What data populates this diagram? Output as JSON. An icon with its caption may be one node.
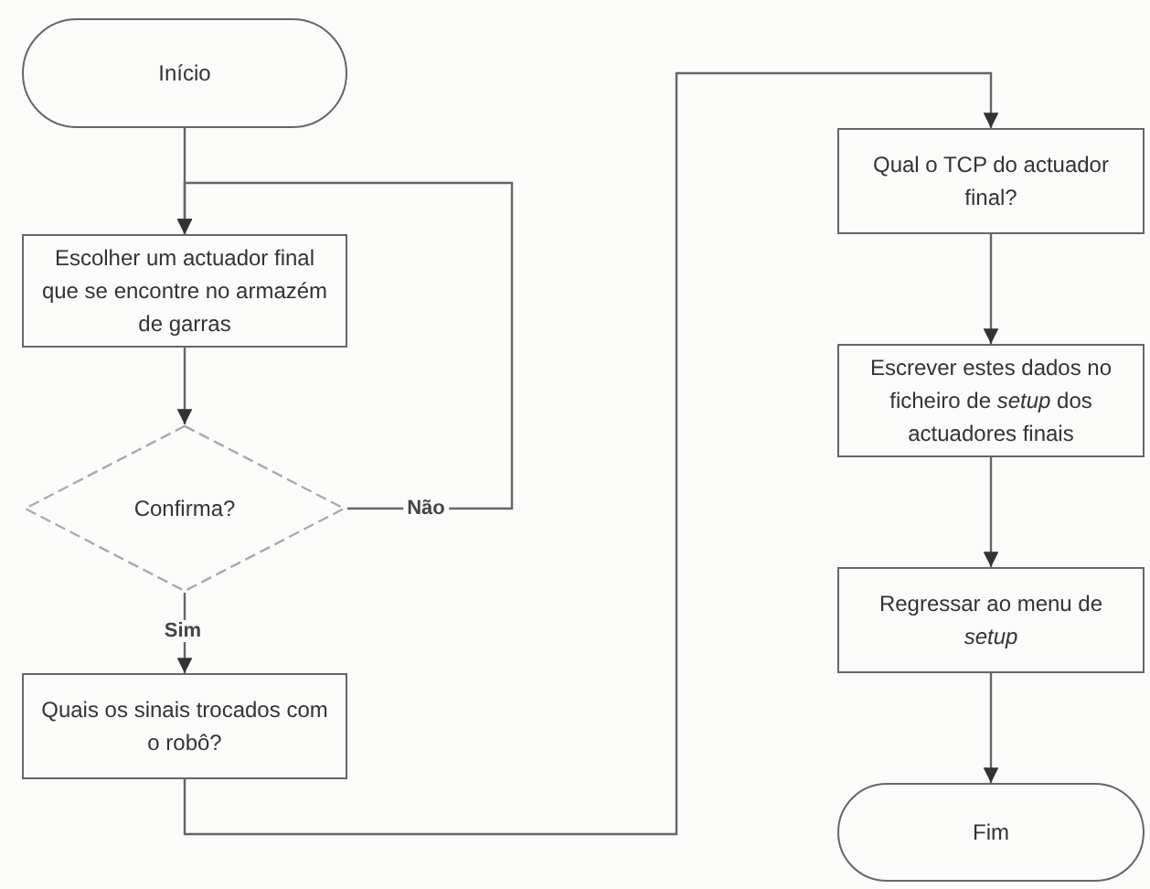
{
  "diagram": {
    "nodes": [
      {
        "text": [
          "Início"
        ]
      },
      {
        "text": [
          "Escolher um actuador final que se encontre no armazém de garras"
        ]
      },
      {
        "text": [
          "Confirma?"
        ]
      },
      {
        "text": [
          "Quais os sinais trocados com o robô?"
        ]
      },
      {
        "text": [
          "Qual o TCP do actuador final?"
        ]
      },
      {
        "text": [
          "Escrever estes dados no ficheiro de *setup* dos actuadores finais"
        ]
      },
      {
        "text": [
          "Regressar ao menu de *setup*"
        ]
      },
      {
        "text": [
          "Fim"
        ]
      }
    ],
    "edges": [
      {
        "from": 0,
        "to": 1,
        "arrow": "to"
      },
      {
        "from": 1,
        "to": 2,
        "arrow": "to"
      },
      {
        "from": 2,
        "to": 1,
        "arrow": "to",
        "label": "Não"
      },
      {
        "from": 2,
        "to": 3,
        "arrow": "to",
        "label": "Sim"
      },
      {
        "from": 3,
        "to": 4,
        "arrow": "to"
      },
      {
        "from": 4,
        "to": 5,
        "arrow": "to"
      },
      {
        "from": 5,
        "to": 6,
        "arrow": "to"
      },
      {
        "from": 6,
        "to": 7,
        "arrow": "to"
      }
    ]
  }
}
